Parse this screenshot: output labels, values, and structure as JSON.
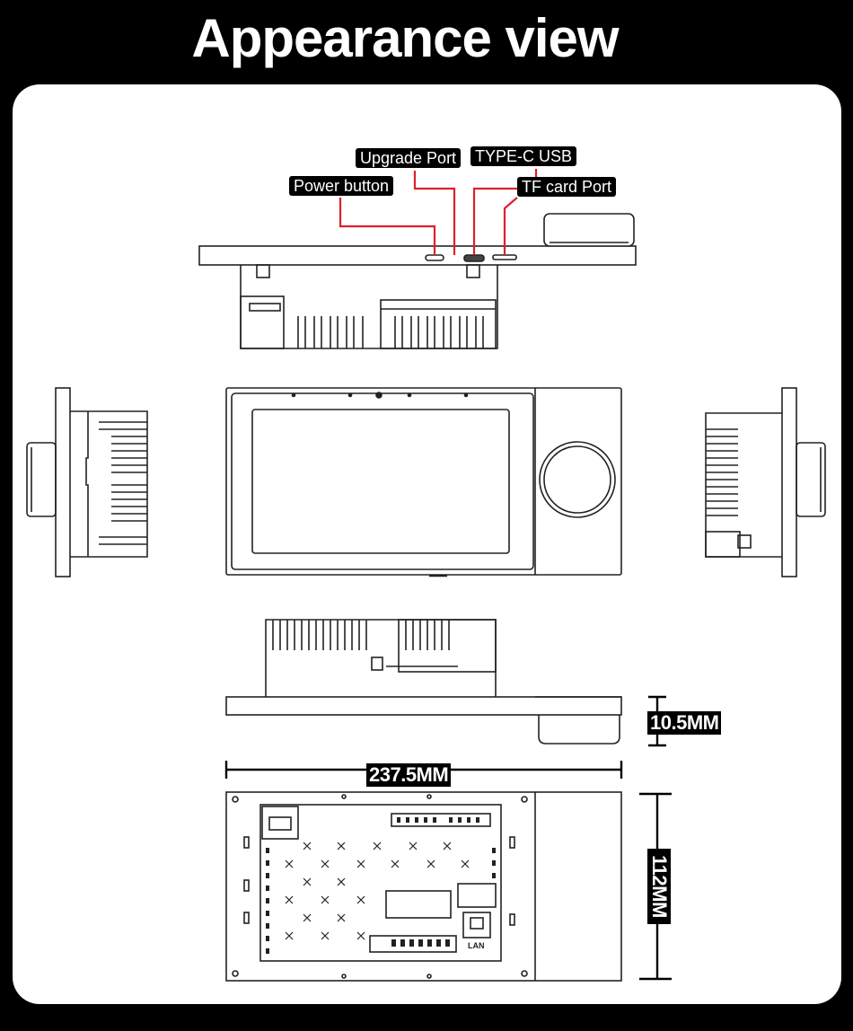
{
  "title": "Appearance view",
  "callouts": {
    "power_button": "Power button",
    "upgrade_port": "Upgrade  Port",
    "type_c_usb": "TYPE-C USB",
    "tf_card_port": "TF card Port"
  },
  "dimensions": {
    "thickness": "10.5MM",
    "width": "237.5MM",
    "height": "112MM"
  },
  "board_labels": {
    "lan": "LAN"
  },
  "colors": {
    "background": "#000000",
    "panel": "#ffffff",
    "leader_lines": "#e0202a",
    "drawing_lines": "#222222"
  }
}
